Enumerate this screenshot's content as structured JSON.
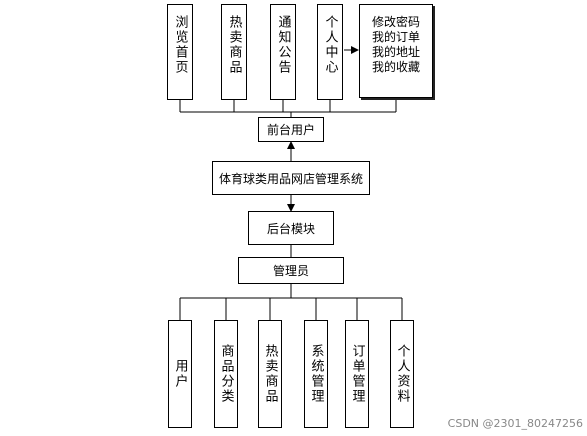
{
  "top_modules": [
    "浏览首页",
    "热卖商品",
    "通知公告",
    "个人中心"
  ],
  "personal_center_items": [
    "修改密码",
    "我的订单",
    "我的地址",
    "我的收藏"
  ],
  "front_user": "前台用户",
  "system": "体育球类用品网店管理系统",
  "backend": "后台模块",
  "admin": "管理员",
  "bottom_modules": [
    "用户",
    "商品分类",
    "热卖商品",
    "系统管理",
    "订单管理",
    "个人资料"
  ],
  "watermark": "CSDN @2301_80247256"
}
